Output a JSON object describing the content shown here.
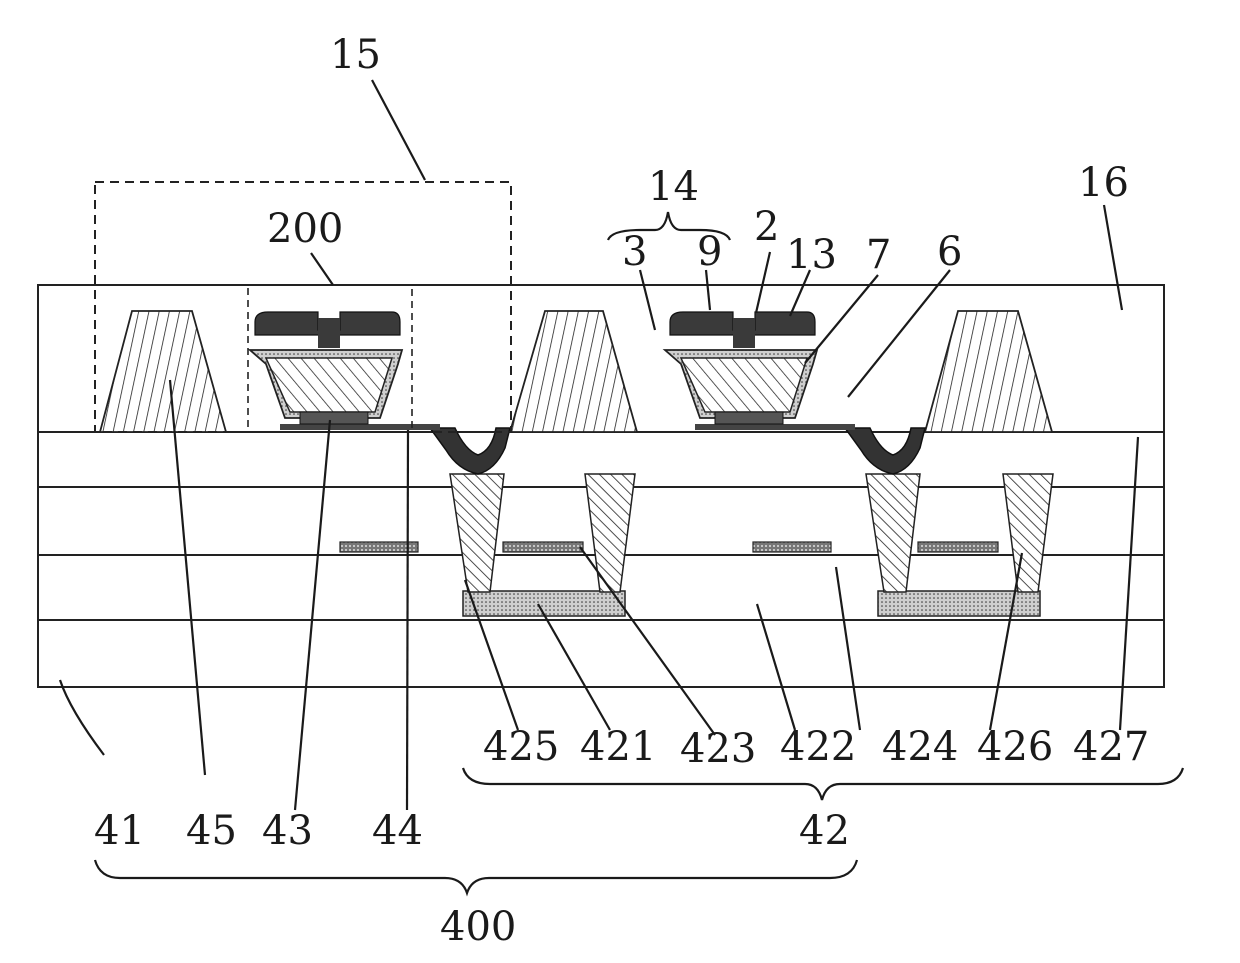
{
  "figure": {
    "labels": {
      "l15": "15",
      "l14": "14",
      "l16": "16",
      "l200": "200",
      "l3": "3",
      "l9": "9",
      "l2": "2",
      "l13": "13",
      "l7": "7",
      "l6": "6",
      "l425": "425",
      "l421": "421",
      "l423": "423",
      "l422": "422",
      "l424": "424",
      "l426": "426",
      "l427": "427",
      "l41": "41",
      "l45": "45",
      "l43": "43",
      "l44": "44",
      "l42": "42",
      "l400": "400"
    }
  }
}
